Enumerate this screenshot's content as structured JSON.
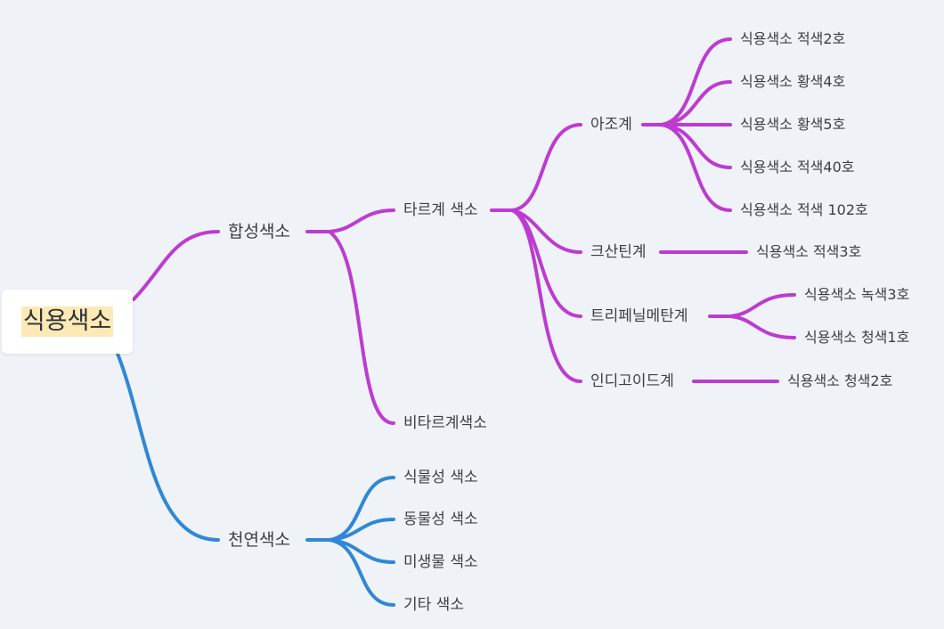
{
  "colors": {
    "synthetic_branch": "#bd3bd1",
    "natural_branch": "#2f87d6",
    "background": "#eff3f7",
    "root_highlight": "#fde9b6"
  },
  "mindmap": {
    "root": {
      "label": "식용색소"
    },
    "synthetic": {
      "label": "합성색소",
      "tar": {
        "label": "타르계 색소",
        "azo": {
          "label": "아조계",
          "items": [
            "식용색소 적색2호",
            "식용색소 황색4호",
            "식용색소 황색5호",
            "식용색소 적색40호",
            "식용색소 적색 102호"
          ]
        },
        "xanthene": {
          "label": "크산틴계",
          "items": [
            "식용색소 적색3호"
          ]
        },
        "triphenylmethane": {
          "label": "트리페닐메탄계",
          "items": [
            "식용색소 녹색3호",
            "식용색소 청색1호"
          ]
        },
        "indigoid": {
          "label": "인디고이드계",
          "items": [
            "식용색소 청색2호"
          ]
        }
      },
      "non_tar": {
        "label": "비타르계색소"
      }
    },
    "natural": {
      "label": "천연색소",
      "items": [
        "식물성 색소",
        "동물성 색소",
        "미생물 색소",
        "기타 색소"
      ]
    }
  }
}
